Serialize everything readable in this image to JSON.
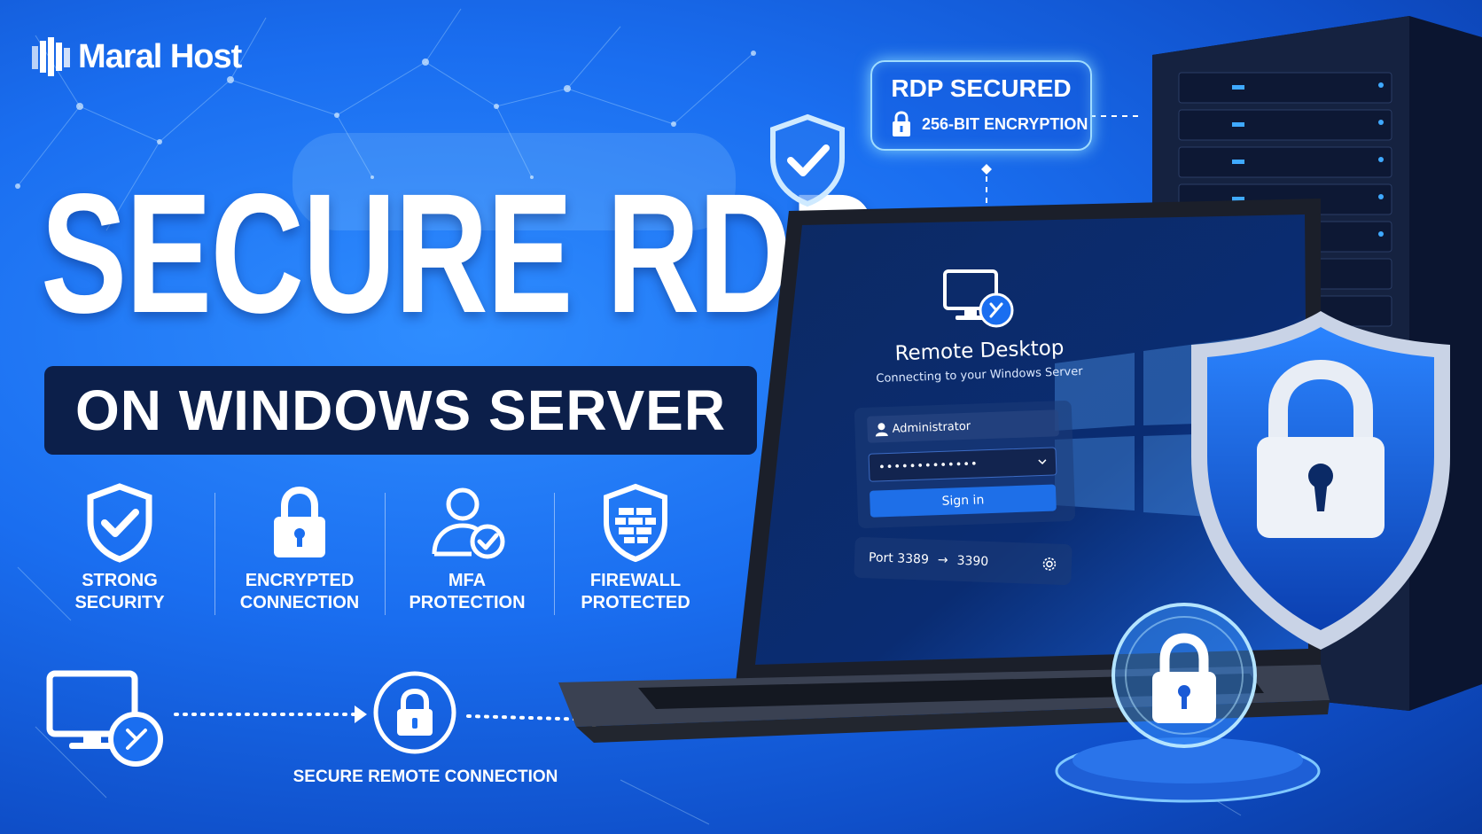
{
  "brand": {
    "name": "Maral Host"
  },
  "headline": {
    "title": "SECURE RDP",
    "subtitle": "ON WINDOWS SERVER"
  },
  "features": [
    {
      "label": "STRONG\nSECURITY",
      "icon": "shield-check-icon"
    },
    {
      "label": "ENCRYPTED\nCONNECTION",
      "icon": "padlock-icon"
    },
    {
      "label": "MFA\nPROTECTION",
      "icon": "user-check-icon"
    },
    {
      "label": "FIREWALL\nPROTECTED",
      "icon": "firewall-shield-icon"
    }
  ],
  "flow": {
    "label": "SECURE REMOTE CONNECTION"
  },
  "badge": {
    "title": "RDP SECURED",
    "subtitle": "256-BIT ENCRYPTION"
  },
  "remote_desktop": {
    "title": "Remote Desktop",
    "subtitle": "Connecting to your Windows Server",
    "username": "Administrator",
    "password_mask": "•••••••••••••",
    "sign_in_label": "Sign in",
    "port_from": "Port 3389",
    "arrow": "→",
    "port_to": "3390"
  },
  "colors": {
    "background": "#1a6ef0",
    "dark_bar": "#0c1f4a",
    "accent_glow": "#9fdcff",
    "button": "#1e6fe8"
  }
}
